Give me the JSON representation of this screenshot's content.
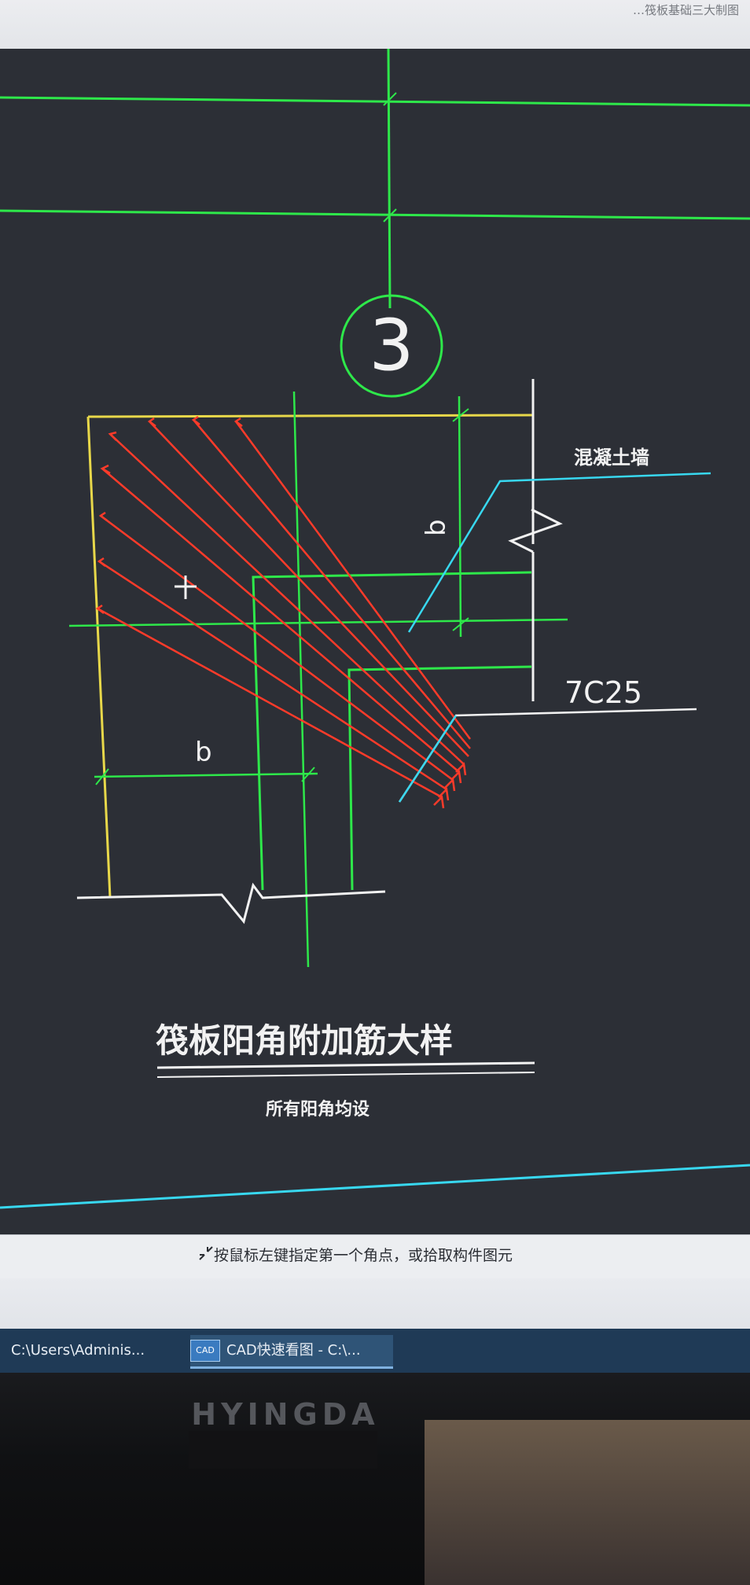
{
  "window": {
    "title_fragment": "…筏板基础三大制图"
  },
  "drawing": {
    "section_marker": "3",
    "label_wall": "混凝土墙",
    "label_rebar": "7C25",
    "dim_b_vertical": "b",
    "dim_b_horizontal": "b",
    "title": "筏板阳角附加筋大样",
    "subtitle": "所有阳角均设",
    "colors": {
      "background": "#2c2f36",
      "axis_green": "#2ee84a",
      "outline_yellow": "#e8d84a",
      "rebar_red": "#ff3b2a",
      "leader_cyan": "#38d8f0",
      "white": "#f2f2f2"
    }
  },
  "command_line": {
    "prompt": "按鼠标左键指定第一个角点，或拾取构件图元"
  },
  "taskbar": {
    "items": [
      {
        "label": "C:\\Users\\Adminis..."
      },
      {
        "label": "CAD快速看图 - C:\\..."
      }
    ],
    "app_icon_text": "CAD"
  },
  "monitor": {
    "brand": "HYINGDA"
  }
}
